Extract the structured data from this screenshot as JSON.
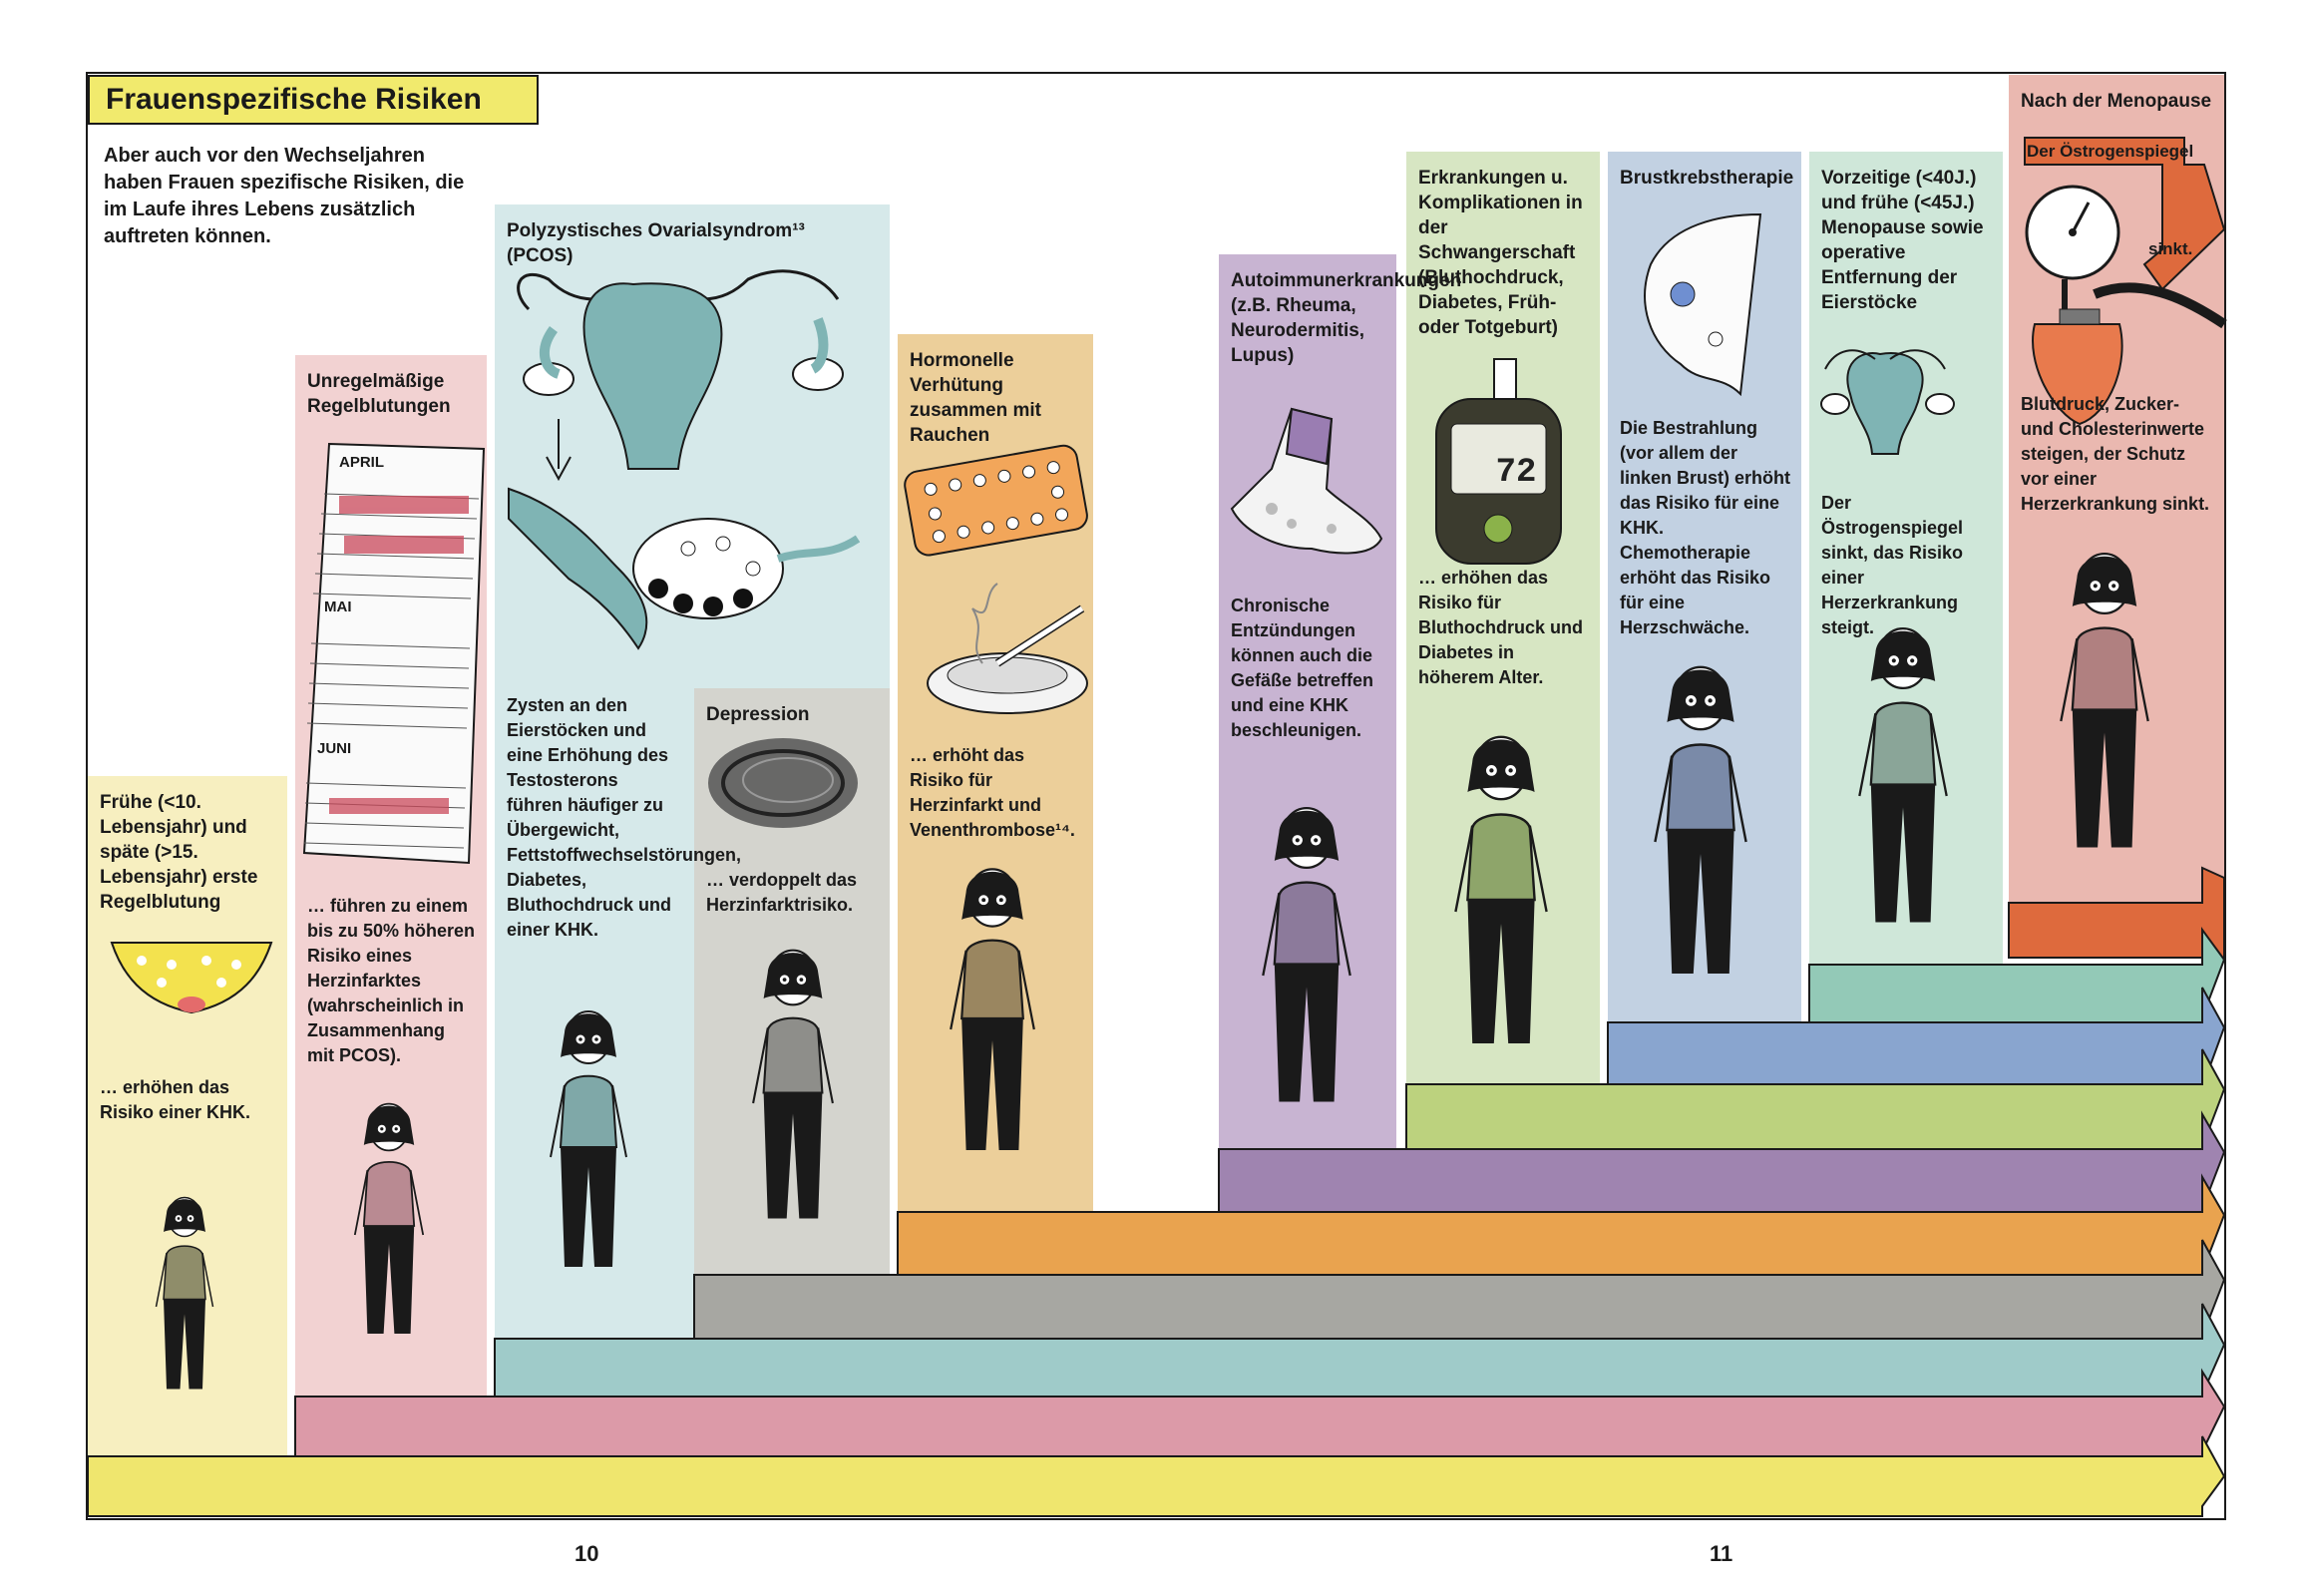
{
  "title": "Frauenspezifische Risiken",
  "intro": {
    "part1": "Aber auch ",
    "bold": "vor",
    "part2": " den Wechseljahren haben Frauen spezifische Risiken, die im Laufe ihres Lebens zusätzlich auftreten können."
  },
  "columns": [
    {
      "id": "menarche",
      "heading": "Frühe (<10. Lebensjahr) und späte (>15. Lebensjahr) erste Regelblutung",
      "text": "… erhöhen das Risiko einer KHK.",
      "color": "#f7efc0",
      "arrow": "#efe66e"
    },
    {
      "id": "irregular",
      "heading": "Unregelmäßige Regelblutungen",
      "text": "… führen zu einem bis zu 50% höheren Risiko eines Herzinfarktes (wahrscheinlich in Zusammenhang mit PCOS).",
      "color": "#f2d2d2",
      "arrow": "#dc9aa8"
    },
    {
      "id": "pcos",
      "heading": "Polyzystisches Ovarialsyndrom¹³ (PCOS)",
      "text": "Zysten an den Eierstöcken und eine Erhöhung des Testosterons führen häufiger zu Übergewicht, Fettstoffwechselstörungen, Diabetes, Bluthochdruck und einer KHK.",
      "color": "#d6e9ea",
      "arrow": "#9fcbc9"
    },
    {
      "id": "depression",
      "heading": "Depression",
      "text": "… verdoppelt das Herzinfarktrisiko.",
      "color": "#d4d4ce",
      "arrow": "#a7a7a2"
    },
    {
      "id": "contraception",
      "heading": "Hormonelle Verhütung zusammen mit Rauchen",
      "text": "… erhöht das Risiko für Herzinfarkt und Venenthrombose¹⁴.",
      "color": "#eccf9a",
      "arrow": "#e9a34f"
    },
    {
      "id": "autoimmune",
      "heading": "Autoimmunerkrankungen (z.B. Rheuma, Neurodermitis, Lupus)",
      "text": "Chronische Entzündungen können auch die Gefäße betreffen und eine KHK beschleunigen.",
      "color": "#c8b4d2",
      "arrow": "#9f84b0"
    },
    {
      "id": "pregnancy",
      "heading": "Erkrankungen u. Komplikationen in der Schwangerschaft (Bluthochdruck, Diabetes, Früh- oder Totgeburt)",
      "text": "… erhöhen das Risiko für Bluthochdruck und Diabetes in höherem Alter.",
      "color": "#d7e6c3",
      "arrow": "#bcd27e"
    },
    {
      "id": "cancer",
      "heading": "Brustkrebstherapie",
      "text": "Die Bestrahlung (vor allem der linken Brust) erhöht das Risiko für eine KHK. Chemotherapie erhöht das Risiko für eine Herzschwäche.",
      "color": "#c2d1e2",
      "arrow": "#89a5cf"
    },
    {
      "id": "earlymeno",
      "heading": "Vorzeitige (<40J.) und frühe (<45J.) Menopause sowie operative Entfernung der Eierstöcke",
      "text": "Der Östrogenspiegel sinkt, das Risiko einer Herzerkrankung steigt.",
      "color": "#cfe7d9",
      "arrow": "#93c9b7"
    },
    {
      "id": "postmeno",
      "heading": "Nach der Menopause",
      "text": "Blutdruck, Zucker- und Cholesterinwerte steigen, der Schutz vor einer Herzerkrankung sinkt.",
      "color": "#eab8b0",
      "arrow": "#de6a3d"
    }
  ],
  "labels": {
    "estrogen": "Der Östrogenspiegel",
    "sinks": "sinkt.",
    "calendar_april": "APRIL",
    "calendar_mai": "MAI",
    "calendar_juni": "JUNI",
    "glucometer": "72"
  },
  "pages": {
    "left": "10",
    "right": "11"
  }
}
